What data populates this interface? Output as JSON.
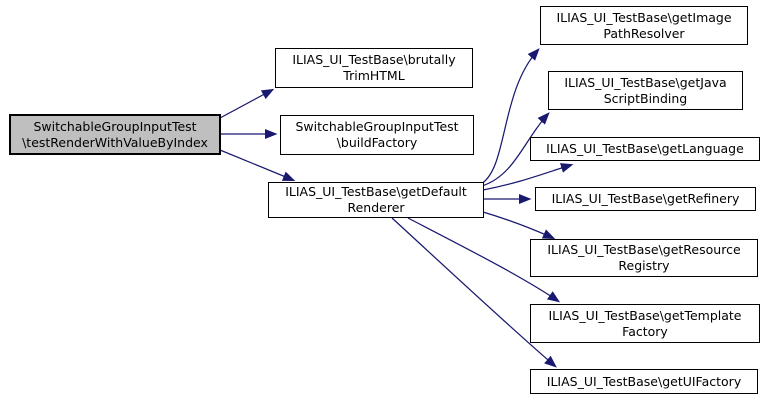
{
  "colors": {
    "edge": "#191970",
    "node_fill": "#ffffff",
    "node_border": "#000000",
    "highlight_fill": "#bfbfbf",
    "text": "#000000",
    "background": "#ffffff"
  },
  "graph": {
    "type": "call-graph",
    "nodes": [
      {
        "id": "testRenderWithValueByIndex",
        "label": "SwitchableGroupInputTest\n\\testRenderWithValueByIndex",
        "highlighted": true
      },
      {
        "id": "brutallyTrimHTML",
        "label": "ILIAS_UI_TestBase\\brutally\nTrimHTML"
      },
      {
        "id": "buildFactory",
        "label": "SwitchableGroupInputTest\n\\buildFactory"
      },
      {
        "id": "getDefaultRenderer",
        "label": "ILIAS_UI_TestBase\\getDefault\nRenderer"
      },
      {
        "id": "getImagePathResolver",
        "label": "ILIAS_UI_TestBase\\getImage\nPathResolver"
      },
      {
        "id": "getJavaScriptBinding",
        "label": "ILIAS_UI_TestBase\\getJava\nScriptBinding"
      },
      {
        "id": "getLanguage",
        "label": "ILIAS_UI_TestBase\\getLanguage"
      },
      {
        "id": "getRefinery",
        "label": "ILIAS_UI_TestBase\\getRefinery"
      },
      {
        "id": "getResourceRegistry",
        "label": "ILIAS_UI_TestBase\\getResource\nRegistry"
      },
      {
        "id": "getTemplateFactory",
        "label": "ILIAS_UI_TestBase\\getTemplate\nFactory"
      },
      {
        "id": "getUIFactory",
        "label": "ILIAS_UI_TestBase\\getUIFactory"
      }
    ],
    "edges": [
      {
        "from": "testRenderWithValueByIndex",
        "to": "brutallyTrimHTML"
      },
      {
        "from": "testRenderWithValueByIndex",
        "to": "buildFactory"
      },
      {
        "from": "testRenderWithValueByIndex",
        "to": "getDefaultRenderer"
      },
      {
        "from": "getDefaultRenderer",
        "to": "getImagePathResolver"
      },
      {
        "from": "getDefaultRenderer",
        "to": "getJavaScriptBinding"
      },
      {
        "from": "getDefaultRenderer",
        "to": "getLanguage"
      },
      {
        "from": "getDefaultRenderer",
        "to": "getRefinery"
      },
      {
        "from": "getDefaultRenderer",
        "to": "getResourceRegistry"
      },
      {
        "from": "getDefaultRenderer",
        "to": "getTemplateFactory"
      },
      {
        "from": "getDefaultRenderer",
        "to": "getUIFactory"
      }
    ]
  }
}
